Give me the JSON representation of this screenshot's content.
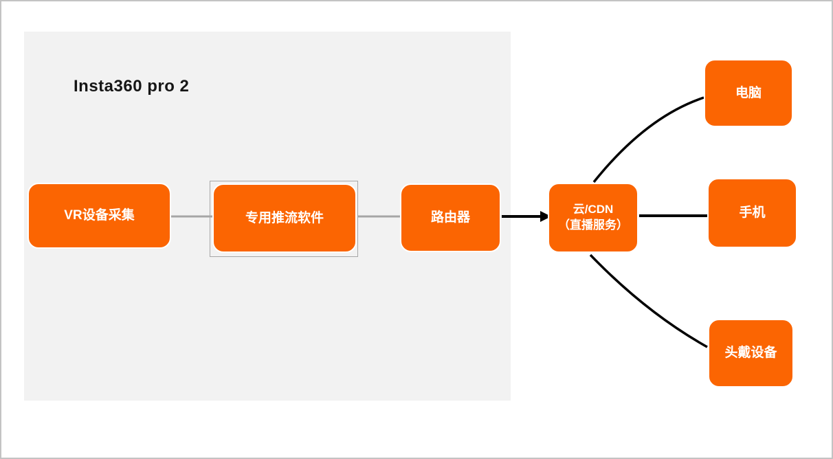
{
  "diagram": {
    "title": "Insta360 pro 2",
    "nodes": [
      {
        "id": "vr-capture",
        "label": "VR设备采集",
        "selected": false
      },
      {
        "id": "push-software",
        "label": "专用推流软件",
        "selected": true
      },
      {
        "id": "router",
        "label": "路由器",
        "selected": false
      },
      {
        "id": "cloud-cdn",
        "label": "云/CDN",
        "label_line2": "（直播服务）",
        "selected": false
      },
      {
        "id": "computer",
        "label": "电脑",
        "selected": false
      },
      {
        "id": "phone",
        "label": "手机",
        "selected": false
      },
      {
        "id": "headset",
        "label": "头戴设备",
        "selected": false
      }
    ],
    "edges": [
      {
        "from": "vr-capture",
        "to": "push-software",
        "style": "gray-line"
      },
      {
        "from": "push-software",
        "to": "router",
        "style": "gray-line"
      },
      {
        "from": "router",
        "to": "cloud-cdn",
        "style": "black-arrow"
      },
      {
        "from": "cloud-cdn",
        "to": "computer",
        "style": "black-curve"
      },
      {
        "from": "cloud-cdn",
        "to": "phone",
        "style": "black-line"
      },
      {
        "from": "cloud-cdn",
        "to": "headset",
        "style": "black-curve"
      }
    ],
    "colors": {
      "node_fill": "#fb6502",
      "node_text": "#ffffff",
      "panel_bg": "#f2f2f2",
      "connector_gray": "#a6a6a6",
      "connector_black": "#000000",
      "frame_border": "#c3c3c3"
    }
  }
}
